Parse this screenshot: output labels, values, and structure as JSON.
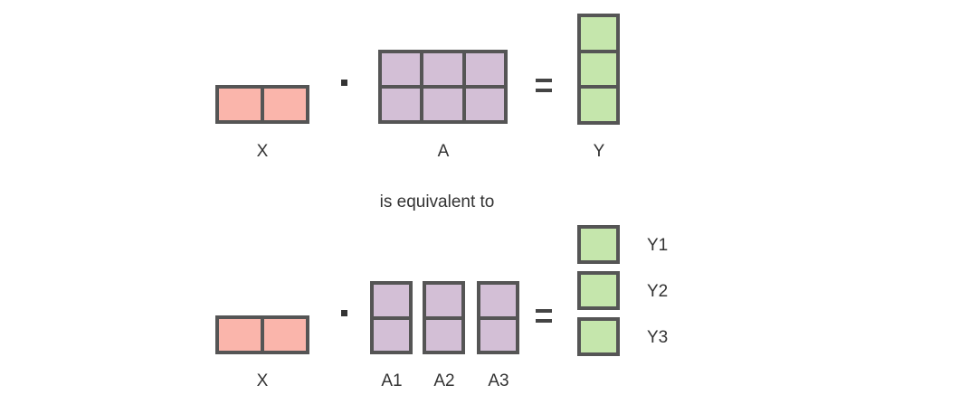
{
  "diagram": {
    "caption": "is equivalent to",
    "colors": {
      "pink": "#fab5ab",
      "purple": "#d3bfd6",
      "green": "#c5e6ac",
      "border": "#555555",
      "text": "#333333",
      "background": "#ffffff"
    },
    "row1": {
      "operator_dot": "·",
      "operator_equals": "=",
      "x_matrix": {
        "label": "X",
        "rows": 1,
        "cols": 2,
        "color": "pink"
      },
      "a_matrix": {
        "label": "A",
        "rows": 2,
        "cols": 3,
        "color": "purple"
      },
      "y_matrix": {
        "label": "Y",
        "rows": 3,
        "cols": 1,
        "color": "green"
      }
    },
    "row2": {
      "operator_dot": "·",
      "operator_equals": "=",
      "x_matrix": {
        "label": "X",
        "rows": 1,
        "cols": 2,
        "color": "pink"
      },
      "a_blocks": [
        {
          "label": "A1",
          "rows": 2,
          "cols": 1,
          "color": "purple"
        },
        {
          "label": "A2",
          "rows": 2,
          "cols": 1,
          "color": "purple"
        },
        {
          "label": "A3",
          "rows": 2,
          "cols": 1,
          "color": "purple"
        }
      ],
      "y_blocks": [
        {
          "label": "Y1",
          "rows": 1,
          "cols": 1,
          "color": "green"
        },
        {
          "label": "Y2",
          "rows": 1,
          "cols": 1,
          "color": "green"
        },
        {
          "label": "Y3",
          "rows": 1,
          "cols": 1,
          "color": "green"
        }
      ]
    }
  }
}
